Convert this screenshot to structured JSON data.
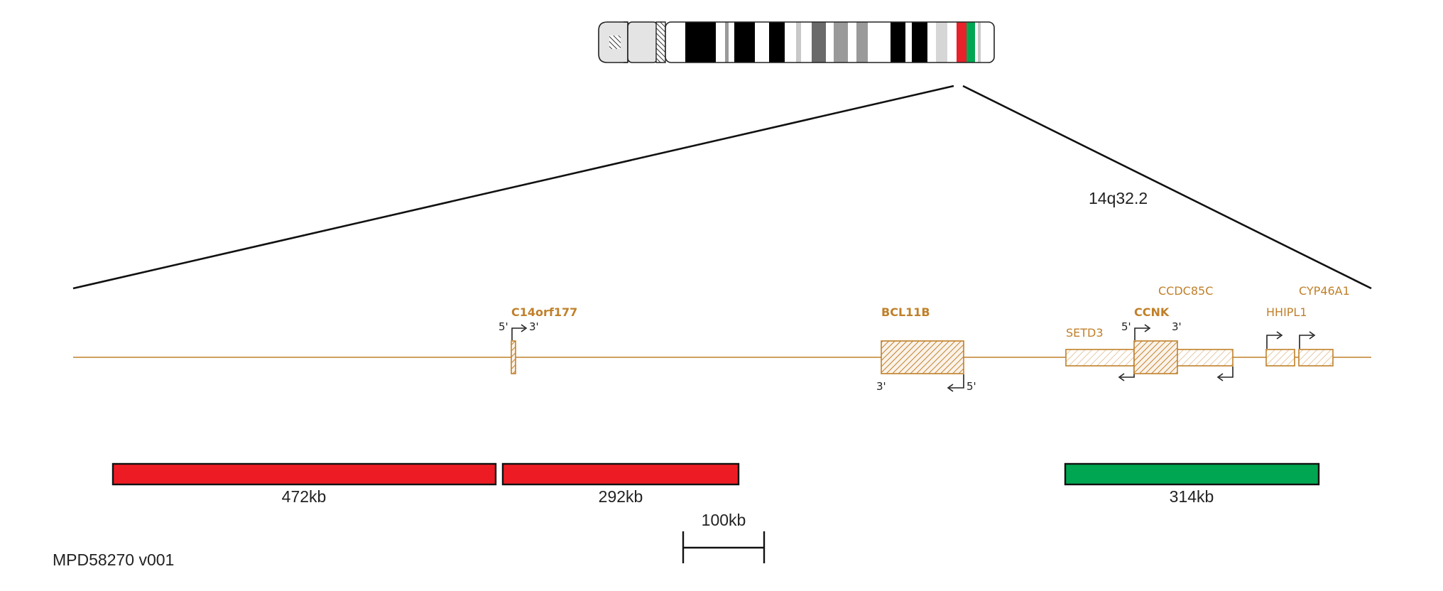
{
  "chromosome": {
    "band_label": "14q32.2",
    "highlight_colors": [
      "#e8212a",
      "#00a651"
    ]
  },
  "genes": [
    {
      "name": "C14orf177",
      "bold": true,
      "five_prime": "5'",
      "three_prime": "3'"
    },
    {
      "name": "BCL11B",
      "bold": true,
      "three_prime": "3'",
      "five_prime": "5'"
    },
    {
      "name": "SETD3",
      "bold": false
    },
    {
      "name": "CCNK",
      "bold": true,
      "five_prime": "5'",
      "three_prime": "3'"
    },
    {
      "name": "CCDC85C",
      "bold": false
    },
    {
      "name": "HHIPL1",
      "bold": false
    },
    {
      "name": "CYP46A1",
      "bold": false
    }
  ],
  "segments": [
    {
      "label": "472kb",
      "color": "#ed1c24",
      "type": "deletion"
    },
    {
      "label": "292kb",
      "color": "#ed1c24",
      "type": "deletion"
    },
    {
      "label": "314kb",
      "color": "#00a651",
      "type": "duplication"
    }
  ],
  "scale_bar": {
    "label": "100kb"
  },
  "figure_id": "MPD58270 v001",
  "colors": {
    "gene": "#c0802a",
    "deletion": "#ed1c24",
    "duplication": "#00a651",
    "line": "#111111"
  }
}
